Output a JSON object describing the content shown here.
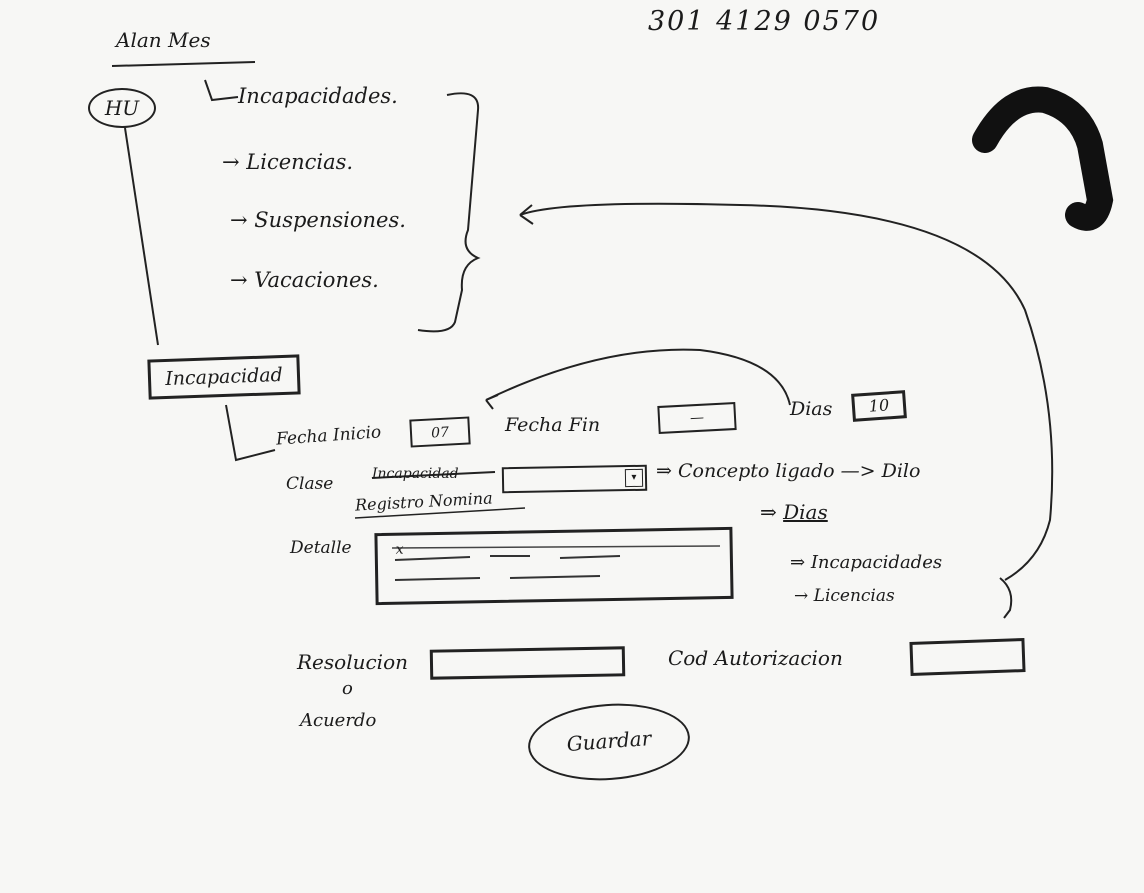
{
  "phone_number": "301 4129 0570",
  "header_label": "Alan Mes",
  "hu_badge": "HU",
  "menu": {
    "items": [
      {
        "label": "Incapacidades."
      },
      {
        "label": "Licencias."
      },
      {
        "label": "Suspensiones."
      },
      {
        "label": "Vacaciones."
      }
    ]
  },
  "incapacidad_button": "Incapacidad",
  "form": {
    "fecha_inicio_label": "Fecha Inicio",
    "fecha_inicio_value": "07",
    "fecha_fin_label": "Fecha Fin",
    "fecha_fin_value": "—",
    "dias_label": "Dias",
    "dias_value": "10",
    "clase_label": "Clase",
    "clase_strike_text": "Incapacidad",
    "registro_nomina_label": "Registro Nomina",
    "detalle_label": "Detalle",
    "detalle_first_row_mark": "x",
    "resolucion_label": "Resolucion",
    "o_label": "o",
    "acuerdo_label": "Acuerdo",
    "cod_autorizacion_label": "Cod Autorizacion",
    "guardar_button": "Guardar"
  },
  "notes": {
    "concepto_ligado": "Concepto ligado",
    "arrow_dl": "—> Dilo",
    "dias_note": "Dias",
    "incapacidades_note": "Incapacidades",
    "licencias_note": "Licencias"
  },
  "colors": {
    "ink": "#1b1b1b",
    "paper": "#f7f7f5",
    "scribble": "#111111"
  }
}
